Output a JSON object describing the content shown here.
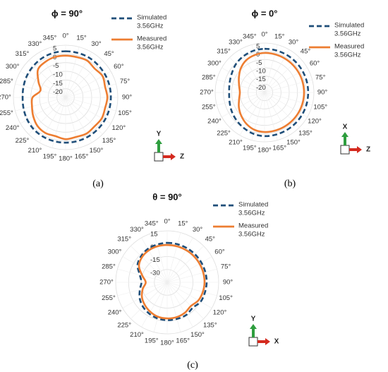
{
  "colors": {
    "simulated": "#1f4e79",
    "measured": "#ed7d31",
    "grid": "#dddddd"
  },
  "legend_entries": [
    {
      "key": "simulated",
      "line1": "Simulated",
      "line2": "3.56GHz"
    },
    {
      "key": "measured",
      "line1": "Measured",
      "line2": "3.56GHz"
    }
  ],
  "chart_data": [
    {
      "type": "polar-line",
      "title": "ϕ = 90°",
      "caption": "(a)",
      "angle_ticks": [
        "0°",
        "15°",
        "30°",
        "45°",
        "60°",
        "75°",
        "90°",
        "105°",
        "120°",
        "135°",
        "150°",
        "165°",
        "180°",
        "195°",
        "210°",
        "225°",
        "240°",
        "255°",
        "270°",
        "285°",
        "300°",
        "315°",
        "330°",
        "345°"
      ],
      "radial_ticks": [
        5,
        0,
        -5,
        -10,
        -15,
        -20
      ],
      "rlim": [
        -25,
        5
      ],
      "coordinate_axes": {
        "vertical": "Y",
        "horizontal": "Z"
      },
      "series": [
        {
          "key": "simulated",
          "name": "Simulated 3.56GHz",
          "style": "dashed",
          "theta": [
            0,
            15,
            30,
            45,
            60,
            75,
            90,
            105,
            120,
            135,
            150,
            165,
            180,
            195,
            210,
            225,
            240,
            255,
            270,
            285,
            300,
            315,
            330,
            345
          ],
          "r": [
            1.5,
            1.5,
            1.5,
            1.3,
            1.2,
            1.1,
            1.0,
            1.0,
            1.0,
            1.0,
            1.0,
            1.0,
            1.0,
            1.0,
            1.0,
            0.9,
            0.5,
            0.0,
            -0.3,
            0.0,
            0.5,
            0.9,
            1.3,
            1.5
          ]
        },
        {
          "key": "measured",
          "name": "Measured 3.56GHz",
          "style": "solid",
          "theta": [
            0,
            15,
            30,
            45,
            60,
            75,
            90,
            105,
            120,
            135,
            150,
            165,
            180,
            195,
            210,
            225,
            240,
            255,
            270,
            285,
            300,
            315,
            330,
            345
          ],
          "r": [
            -1.0,
            -1.0,
            -0.5,
            -1.5,
            -0.5,
            -1.5,
            -1.0,
            -1.5,
            -1.0,
            -1.5,
            -1.0,
            -1.5,
            -1.0,
            -2.0,
            -1.5,
            -2.0,
            -3.5,
            -5.0,
            -6.0,
            -10.0,
            -7.0,
            -2.5,
            -1.5,
            -1.0
          ]
        }
      ]
    },
    {
      "type": "polar-line",
      "title": "ϕ = 0°",
      "caption": "(b)",
      "angle_ticks": [
        "0°",
        "15°",
        "30°",
        "45°",
        "60°",
        "75°",
        "90°",
        "105°",
        "120°",
        "135°",
        "150°",
        "165°",
        "180°",
        "195°",
        "210°",
        "225°",
        "240°",
        "255°",
        "270°",
        "285°",
        "300°",
        "315°",
        "330°",
        "345°"
      ],
      "radial_ticks": [
        5,
        0,
        -5,
        -10,
        -15,
        -20
      ],
      "rlim": [
        -25,
        5
      ],
      "coordinate_axes": {
        "vertical": "X",
        "horizontal": "Z"
      },
      "series": [
        {
          "key": "simulated",
          "name": "Simulated 3.56GHz",
          "style": "dashed",
          "theta": [
            0,
            15,
            30,
            45,
            60,
            75,
            90,
            105,
            120,
            135,
            150,
            165,
            180,
            195,
            210,
            225,
            240,
            255,
            270,
            285,
            300,
            315,
            330,
            345
          ],
          "r": [
            1.5,
            1.5,
            1.5,
            1.5,
            1.5,
            1.5,
            1.5,
            1.5,
            1.5,
            1.5,
            1.5,
            1.5,
            1.5,
            1.0,
            0.0,
            -1.0,
            -2.0,
            -3.0,
            -3.5,
            -3.0,
            -2.0,
            -0.5,
            0.5,
            1.2
          ]
        },
        {
          "key": "measured",
          "name": "Measured 3.56GHz",
          "style": "solid",
          "theta": [
            0,
            15,
            30,
            45,
            60,
            75,
            90,
            105,
            120,
            135,
            150,
            165,
            180,
            195,
            210,
            225,
            240,
            255,
            270,
            285,
            300,
            315,
            330,
            345
          ],
          "r": [
            -1.0,
            -1.0,
            -1.0,
            -1.0,
            -1.0,
            -1.0,
            -1.0,
            -1.0,
            -1.0,
            -1.0,
            -1.0,
            -1.0,
            -1.0,
            -1.5,
            -3.0,
            -5.0,
            -7.0,
            -9.0,
            -10.0,
            -9.0,
            -7.0,
            -4.5,
            -2.5,
            -1.5
          ]
        }
      ]
    },
    {
      "type": "polar-line",
      "title": "θ = 90°",
      "caption": "(c)",
      "angle_ticks": [
        "0°",
        "15°",
        "30°",
        "45°",
        "60°",
        "75°",
        "90°",
        "105°",
        "120°",
        "135°",
        "150°",
        "165°",
        "180°",
        "195°",
        "210°",
        "225°",
        "240°",
        "255°",
        "270°",
        "285°",
        "300°",
        "315°",
        "330°",
        "345°"
      ],
      "radial_ticks": [
        15,
        0,
        -15,
        -30
      ],
      "rlim": [
        -45,
        15
      ],
      "coordinate_axes": {
        "vertical": "Y",
        "horizontal": "X"
      },
      "series": [
        {
          "key": "simulated",
          "name": "Simulated 3.56GHz",
          "style": "dashed",
          "theta": [
            0,
            15,
            30,
            45,
            60,
            75,
            90,
            105,
            120,
            135,
            150,
            165,
            180,
            195,
            210,
            225,
            240,
            255,
            270,
            285,
            300,
            315,
            330,
            345
          ],
          "r": [
            1.0,
            1.0,
            1.0,
            1.0,
            1.0,
            1.0,
            1.0,
            0.5,
            0.0,
            -3.0,
            -1.0,
            -1.0,
            -1.0,
            -1.5,
            -3.0,
            -5.0,
            -8.0,
            -12.0,
            -15.0,
            -12.0,
            -5.0,
            -2.0,
            0.0,
            0.5
          ]
        },
        {
          "key": "measured",
          "name": "Measured 3.56GHz",
          "style": "solid",
          "theta": [
            0,
            15,
            30,
            45,
            60,
            75,
            90,
            105,
            120,
            135,
            150,
            165,
            180,
            195,
            210,
            225,
            240,
            255,
            270,
            285,
            300,
            315,
            330,
            345
          ],
          "r": [
            -1.5,
            -1.5,
            -1.5,
            -1.5,
            -1.5,
            -1.5,
            -1.5,
            -2.0,
            -3.0,
            -6.0,
            -4.0,
            -3.0,
            -3.0,
            -3.5,
            -5.5,
            -8.0,
            -11.0,
            -15.5,
            -20.0,
            -15.0,
            -7.0,
            -3.5,
            -2.0,
            -1.5
          ]
        }
      ]
    }
  ]
}
